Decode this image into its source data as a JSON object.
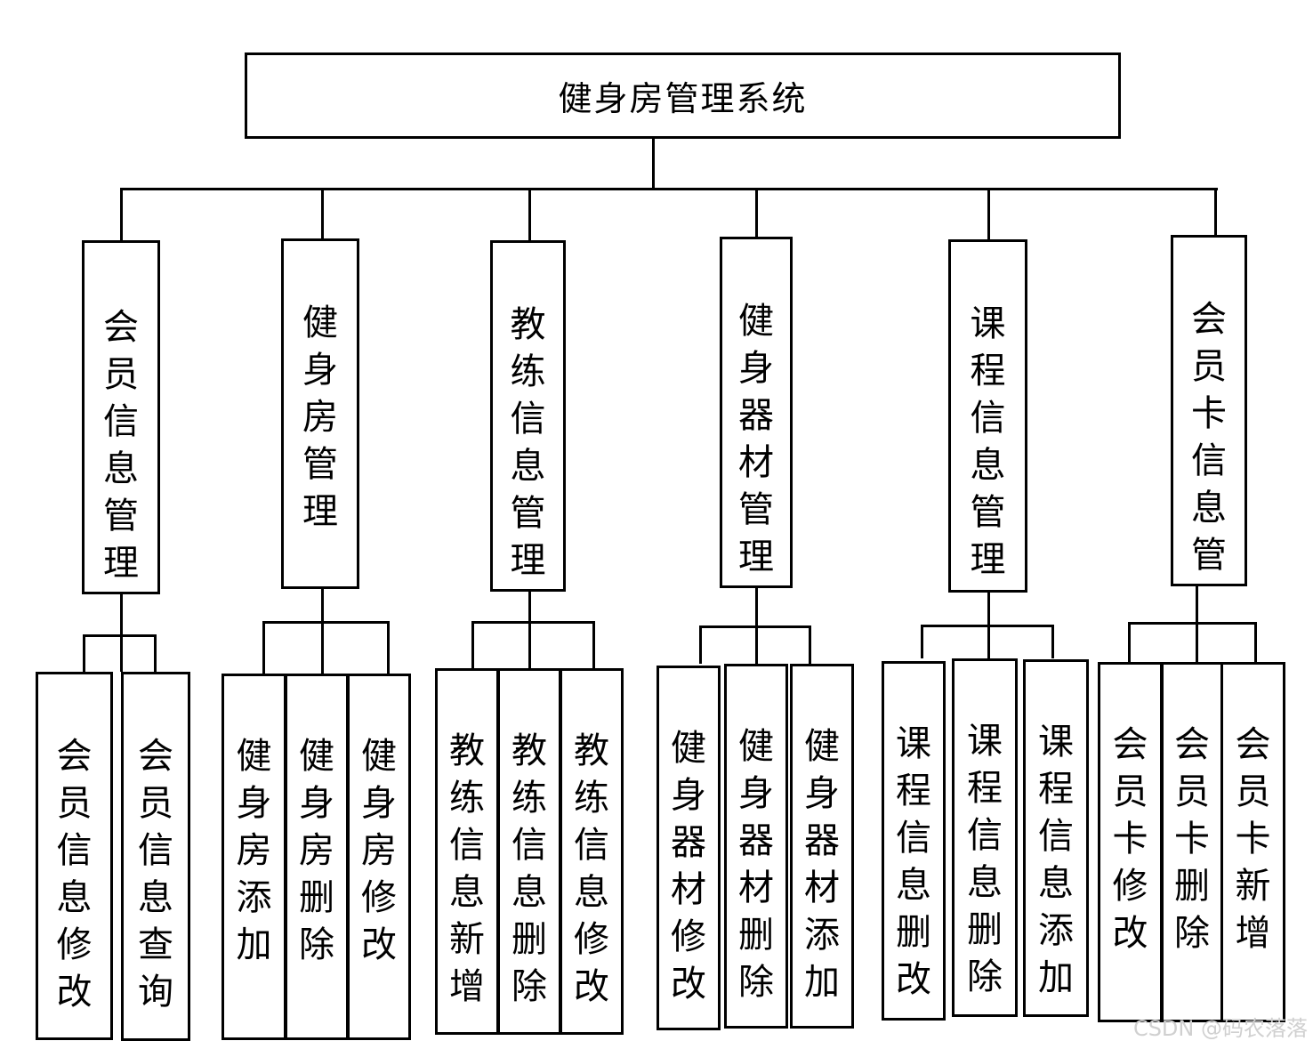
{
  "root": {
    "title": "健身房管理系统"
  },
  "modules": [
    {
      "label": "会员信息管理",
      "children": [
        "会员信息修改",
        "会员信息查询"
      ]
    },
    {
      "label": "健身房管理",
      "children": [
        "健身房添加",
        "健身房删除",
        "健身房修改"
      ]
    },
    {
      "label": "教练信息管理",
      "children": [
        "教练信息新增",
        "教练信息删除",
        "教练信息修改"
      ]
    },
    {
      "label": "健身器材管理",
      "children": [
        "健身器材修改",
        "健身器材删除",
        "健身器材添加"
      ]
    },
    {
      "label": "课程信息管理",
      "children": [
        "课程信息删改",
        "课程信息删除",
        "课程信息添加"
      ]
    },
    {
      "label": "会员卡信息管",
      "children": [
        "会员卡修改",
        "会员卡删除",
        "会员卡新增"
      ]
    }
  ],
  "watermark": "CSDN @码农落落"
}
